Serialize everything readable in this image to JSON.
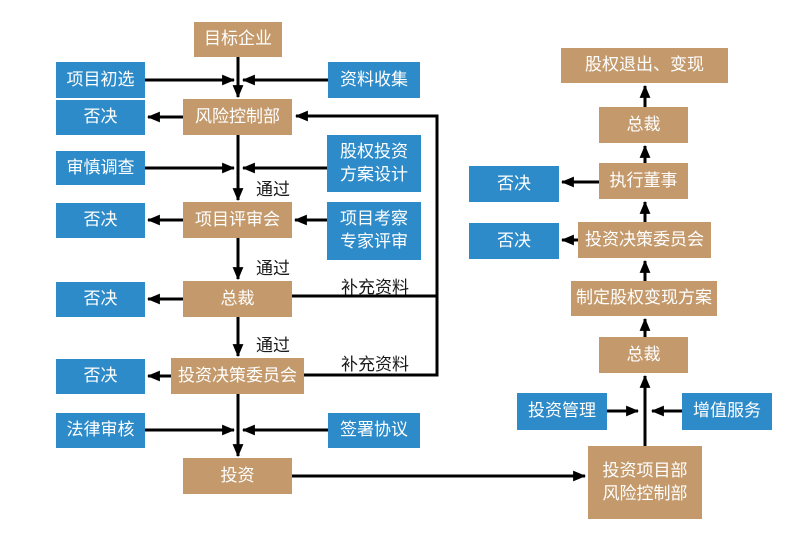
{
  "colors": {
    "process_fill": "#C49A6C",
    "endpoint_fill": "#2E8BC9",
    "line": "#000000",
    "node_text": "#FFFFFF",
    "label_text": "#1A1A1A",
    "background": "#FFFFFF"
  },
  "nodes": {
    "target_company": {
      "label": "目标企业"
    },
    "project_screening": {
      "label": "项目初选"
    },
    "data_collection": {
      "label": "资料收集"
    },
    "reject_1": {
      "label": "否决"
    },
    "risk_control_dept": {
      "label": "风险控制部"
    },
    "due_diligence": {
      "label": "审慎调查"
    },
    "equity_plan_design": {
      "label": "股权投资\n方案设计"
    },
    "reject_2": {
      "label": "否决"
    },
    "project_review_board": {
      "label": "项目评审会"
    },
    "expert_review": {
      "label": "项目考察\n专家评审"
    },
    "reject_3": {
      "label": "否决"
    },
    "president": {
      "label": "总裁"
    },
    "reject_4": {
      "label": "否决"
    },
    "investment_committee": {
      "label": "投资决策委员会"
    },
    "legal_review": {
      "label": "法律审核"
    },
    "sign_agreement": {
      "label": "签署协议"
    },
    "invest": {
      "label": "投资"
    },
    "equity_exit": {
      "label": "股权退出、变现"
    },
    "president_exit": {
      "label": "总裁"
    },
    "reject_5": {
      "label": "否决"
    },
    "executive_director": {
      "label": "执行董事"
    },
    "reject_6": {
      "label": "否决"
    },
    "committee_exit": {
      "label": "投资决策委员会"
    },
    "exit_plan": {
      "label": "制定股权变现方案"
    },
    "president_mgmt": {
      "label": "总裁"
    },
    "investment_mgmt": {
      "label": "投资管理"
    },
    "value_added_service": {
      "label": "增值服务"
    },
    "project_dept": {
      "label": "投资项目部\n风险控制部"
    }
  },
  "edge_labels": {
    "pass_1": "通过",
    "pass_2": "通过",
    "pass_3": "通过",
    "supplement_1": "补充资料",
    "supplement_2": "补充资料"
  }
}
